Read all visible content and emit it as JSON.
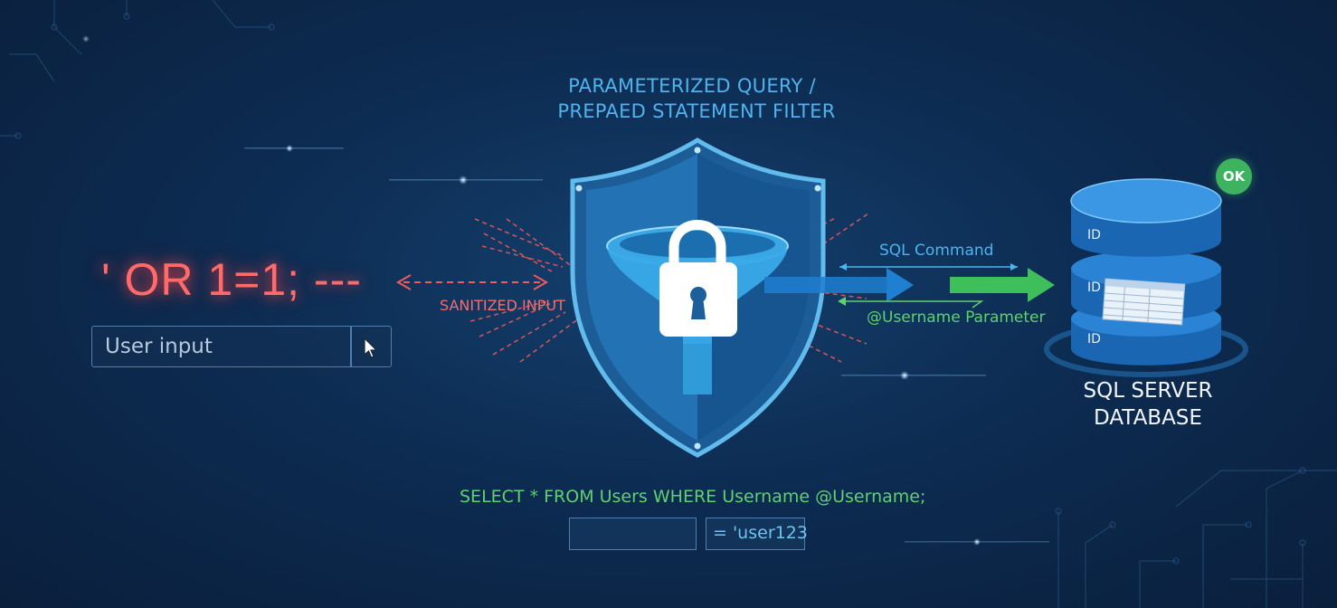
{
  "title": {
    "line1": "PARAMETERIZED QUERY /",
    "line2": "PREPAED STATEMENT FILTER"
  },
  "injection_string": "' OR 1=1; ---",
  "user_input": {
    "label": "User input",
    "icon": "cursor-icon"
  },
  "labels": {
    "sanitized_input": "SANITIZED INPUT",
    "sql_command": "SQL Command",
    "username_parameter": "@Username Parameter"
  },
  "database": {
    "title_line1": "SQL SERVER",
    "title_line2": "DATABASE",
    "status": "OK",
    "layer_labels": [
      "ID",
      "ID",
      "ID"
    ]
  },
  "query": {
    "statement": "SELECT * FROM Users WHERE Username @Username;",
    "parameter_value": "= 'user123"
  },
  "icons": [
    "shield-icon",
    "funnel-icon",
    "padlock-icon",
    "database-icon",
    "cursor-icon"
  ],
  "colors": {
    "background": "#0d2c52",
    "accent_blue": "#4fb3ee",
    "danger_red": "#ff6b6b",
    "safe_green": "#5fd16e",
    "ok_green": "#3eb35f"
  }
}
